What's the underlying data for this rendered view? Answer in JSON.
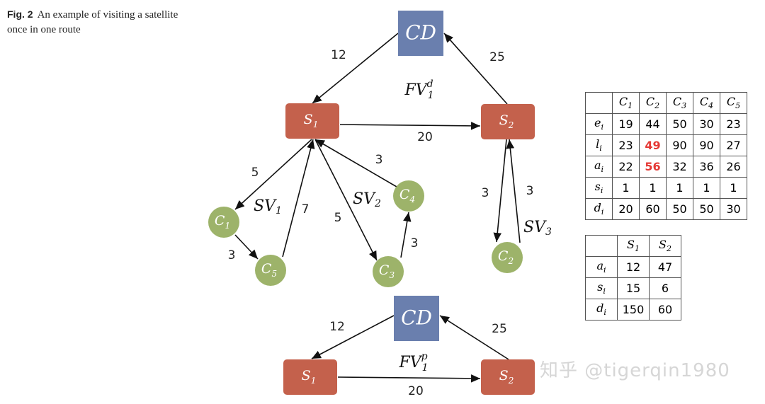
{
  "caption": {
    "fig": "Fig. 2",
    "text": "An example of visiting a satellite once in one route"
  },
  "colors": {
    "cd": "#6a7fae",
    "satellite": "#c4614c",
    "customer": "#9db36a",
    "edge": "#111111",
    "highlight": "#e53935"
  },
  "nodes": {
    "cd_top": "CD",
    "s1": "S1",
    "s2": "S2",
    "c1": "C1",
    "c2": "C2",
    "c3": "C3",
    "c4": "C4",
    "c5": "C5",
    "cd_bottom": "CD",
    "s1_bottom": "S1",
    "s2_bottom": "S2"
  },
  "labels": {
    "fv_top": {
      "base": "FV",
      "sub": "1",
      "sup": "d"
    },
    "fv_bottom": {
      "base": "FV",
      "sub": "1",
      "sup": "p"
    },
    "sv1": {
      "base": "SV",
      "sub": "1"
    },
    "sv2": {
      "base": "SV",
      "sub": "2"
    },
    "sv3": {
      "base": "SV",
      "sub": "3"
    }
  },
  "edges": [
    {
      "from": "cd_top",
      "to": "s1",
      "weight": "12"
    },
    {
      "from": "s2",
      "to": "cd_top",
      "weight": "25"
    },
    {
      "from": "s1",
      "to": "s2",
      "weight": "20"
    },
    {
      "from": "s1",
      "to": "c1",
      "weight": "5"
    },
    {
      "from": "c1",
      "to": "c5",
      "weight": "3"
    },
    {
      "from": "c5",
      "to": "s1",
      "weight": "7"
    },
    {
      "from": "s1",
      "to": "c3",
      "weight": "5"
    },
    {
      "from": "c3",
      "to": "c4",
      "weight": "3"
    },
    {
      "from": "c4",
      "to": "s1",
      "weight": "3"
    },
    {
      "from": "s2",
      "to": "c2",
      "weight": "3"
    },
    {
      "from": "c2",
      "to": "s2",
      "weight": "3"
    },
    {
      "from": "cd_bottom",
      "to": "s1_bottom",
      "weight": "12"
    },
    {
      "from": "s2_bottom",
      "to": "cd_bottom",
      "weight": "25"
    },
    {
      "from": "s1_bottom",
      "to": "s2_bottom",
      "weight": "20"
    }
  ],
  "table_customers": {
    "columns": [
      {
        "b": "C",
        "s": "1"
      },
      {
        "b": "C",
        "s": "2"
      },
      {
        "b": "C",
        "s": "3"
      },
      {
        "b": "C",
        "s": "4"
      },
      {
        "b": "C",
        "s": "5"
      }
    ],
    "rows": [
      {
        "b": "e",
        "s": "i",
        "values": [
          "19",
          "44",
          "50",
          "30",
          "23"
        ]
      },
      {
        "b": "l",
        "s": "i",
        "values": [
          "23",
          "49",
          "90",
          "90",
          "27"
        ]
      },
      {
        "b": "a",
        "s": "i",
        "values": [
          "22",
          "56",
          "32",
          "36",
          "26"
        ]
      },
      {
        "b": "s",
        "s": "i",
        "values": [
          "1",
          "1",
          "1",
          "1",
          "1"
        ]
      },
      {
        "b": "d",
        "s": "i",
        "values": [
          "20",
          "60",
          "50",
          "50",
          "30"
        ]
      }
    ],
    "highlighted": [
      "1.1",
      "2.1"
    ]
  },
  "table_satellites": {
    "columns": [
      {
        "b": "S",
        "s": "1"
      },
      {
        "b": "S",
        "s": "2"
      }
    ],
    "rows": [
      {
        "b": "a",
        "s": "i",
        "values": [
          "12",
          "47"
        ]
      },
      {
        "b": "s",
        "s": "i",
        "values": [
          "15",
          "6"
        ]
      },
      {
        "b": "d",
        "s": "i",
        "values": [
          "150",
          "60"
        ]
      }
    ]
  },
  "watermark": "知乎 @tigerqin1980"
}
